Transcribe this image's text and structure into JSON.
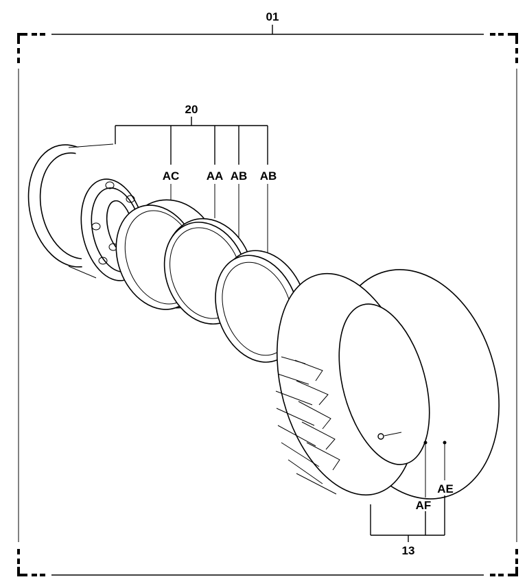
{
  "diagram": {
    "assembly_label": "01",
    "wheel_group_label": "20",
    "tire_group_label": "13",
    "callouts": {
      "ac": "AC",
      "aa": "AA",
      "ab1": "AB",
      "ab2": "AB",
      "af": "AF",
      "ae": "AE"
    }
  }
}
